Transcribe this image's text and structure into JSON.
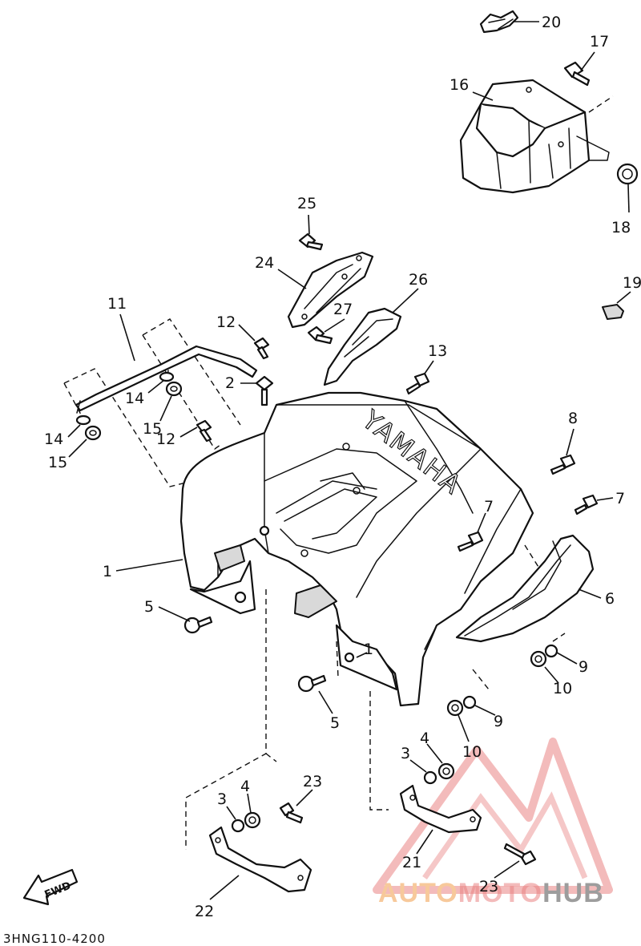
{
  "diagram_code": "3HNG110-4200",
  "embossed_text": "YAMAHA",
  "fwd_label": "FWD",
  "watermark": {
    "part1": "AUTO",
    "part2": "MOTO",
    "part3": "HUB",
    "color_light": "#f6c08a",
    "color_mid": "#e56d6d",
    "color_dark": "#8c8c8c"
  },
  "callouts": [
    {
      "id": "c20",
      "text": "20"
    },
    {
      "id": "c17",
      "text": "17"
    },
    {
      "id": "c16",
      "text": "16"
    },
    {
      "id": "c18",
      "text": "18"
    },
    {
      "id": "c25",
      "text": "25"
    },
    {
      "id": "c24",
      "text": "24"
    },
    {
      "id": "c26",
      "text": "26"
    },
    {
      "id": "c19",
      "text": "19"
    },
    {
      "id": "c11",
      "text": "11"
    },
    {
      "id": "c27",
      "text": "27"
    },
    {
      "id": "c12a",
      "text": "12"
    },
    {
      "id": "c13",
      "text": "13"
    },
    {
      "id": "c2",
      "text": "2"
    },
    {
      "id": "c14a",
      "text": "14"
    },
    {
      "id": "c15a",
      "text": "15"
    },
    {
      "id": "c12b",
      "text": "12"
    },
    {
      "id": "c14b",
      "text": "14"
    },
    {
      "id": "c15b",
      "text": "15"
    },
    {
      "id": "c8",
      "text": "8"
    },
    {
      "id": "c7a",
      "text": "7"
    },
    {
      "id": "c7b",
      "text": "7"
    },
    {
      "id": "c1a",
      "text": "1"
    },
    {
      "id": "c6",
      "text": "6"
    },
    {
      "id": "c5a",
      "text": "5"
    },
    {
      "id": "c1b",
      "text": "1"
    },
    {
      "id": "c9a",
      "text": "9"
    },
    {
      "id": "c10a",
      "text": "10"
    },
    {
      "id": "c5b",
      "text": "5"
    },
    {
      "id": "c9b",
      "text": "9"
    },
    {
      "id": "c4a",
      "text": "4"
    },
    {
      "id": "c3a",
      "text": "3"
    },
    {
      "id": "c10b",
      "text": "10"
    },
    {
      "id": "c23a",
      "text": "23"
    },
    {
      "id": "c4b",
      "text": "4"
    },
    {
      "id": "c3b",
      "text": "3"
    },
    {
      "id": "c21",
      "text": "21"
    },
    {
      "id": "c23b",
      "text": "23"
    },
    {
      "id": "c22",
      "text": "22"
    }
  ]
}
